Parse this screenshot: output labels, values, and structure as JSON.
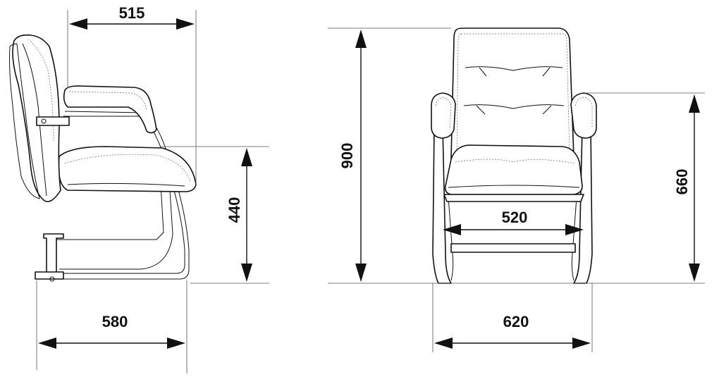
{
  "dimensions": {
    "side_depth_top": "515",
    "side_seat_height": "440",
    "side_depth_bottom": "580",
    "front_height_total": "900",
    "front_seat_width": "520",
    "front_armrest_height": "660",
    "front_width_total": "620"
  },
  "colors": {
    "line": "#111111",
    "extension": "#555555",
    "background": "#ffffff"
  }
}
